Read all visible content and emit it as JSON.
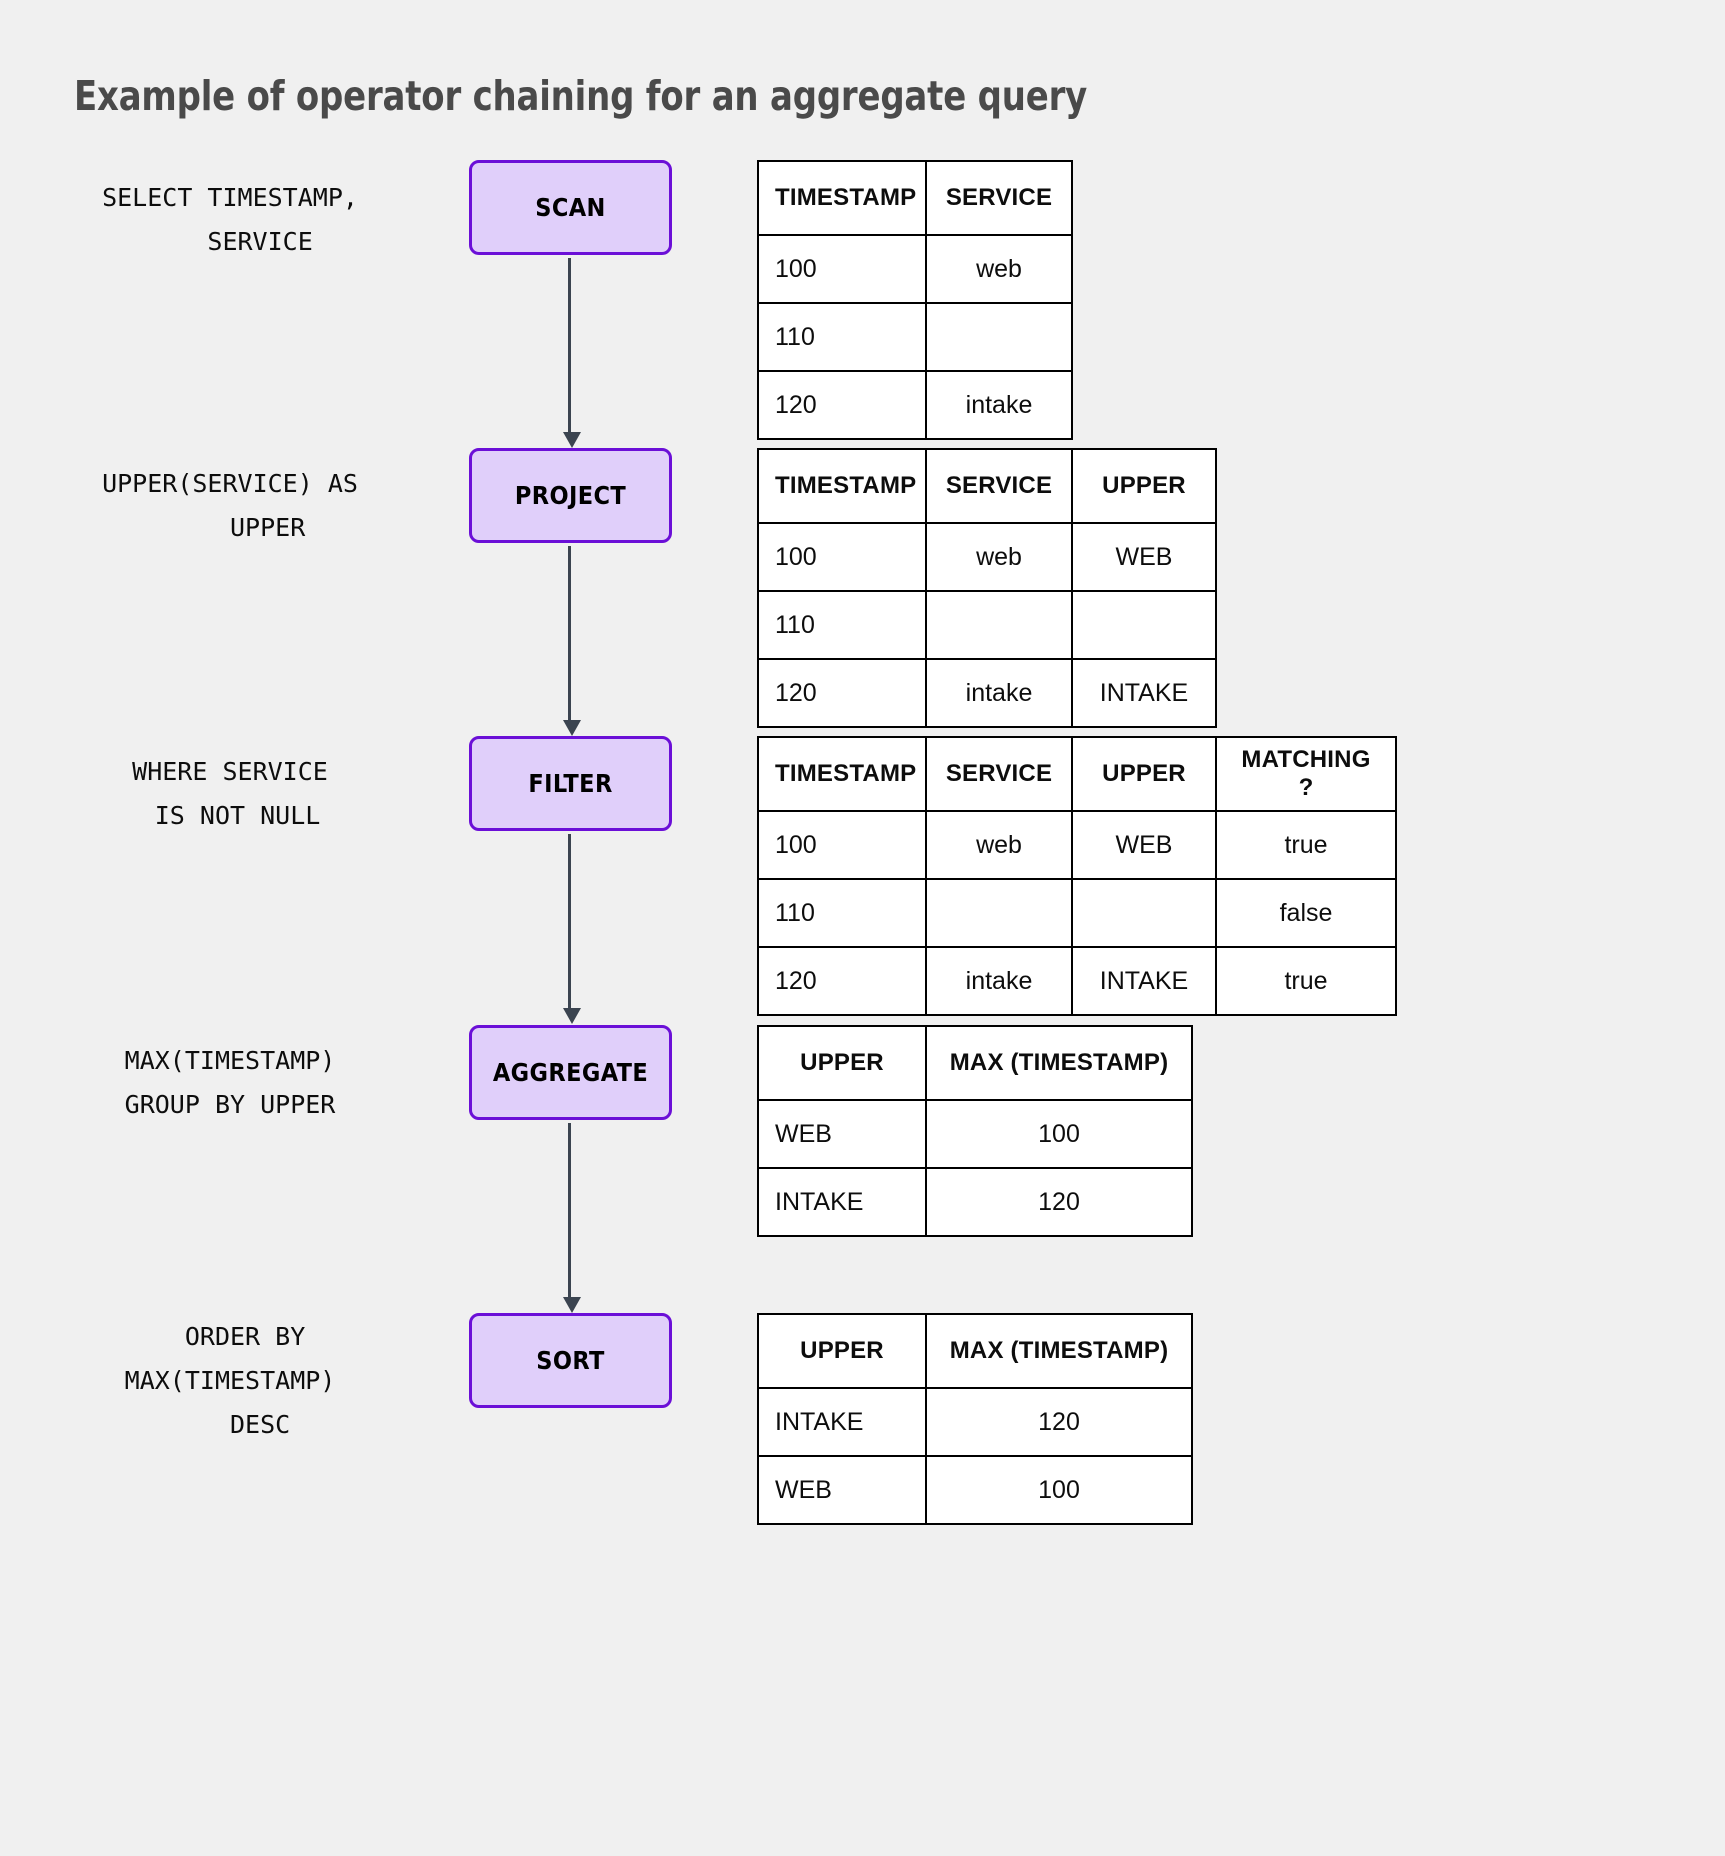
{
  "title": "Example of operator chaining for an aggregate query",
  "colors": {
    "background": "#f0f0f0",
    "box_fill": "#e0cffa",
    "box_border": "#6b0fd7",
    "arrow": "#3b4450",
    "title_text": "#4a4a4a",
    "table_border": "#000000",
    "table_fill": "#ffffff"
  },
  "stages": [
    {
      "id": "scan",
      "sql": "SELECT TIMESTAMP,\n    SERVICE",
      "operator": "SCAN",
      "table": {
        "headers": [
          "TIMESTAMP",
          "SERVICE"
        ],
        "rows": [
          [
            "100",
            "web"
          ],
          [
            "110",
            ""
          ],
          [
            "120",
            "intake"
          ]
        ]
      }
    },
    {
      "id": "project",
      "sql": "UPPER(SERVICE) AS\n     UPPER",
      "operator": "PROJECT",
      "table": {
        "headers": [
          "TIMESTAMP",
          "SERVICE",
          "UPPER"
        ],
        "rows": [
          [
            "100",
            "web",
            "WEB"
          ],
          [
            "110",
            "",
            ""
          ],
          [
            "120",
            "intake",
            "INTAKE"
          ]
        ]
      }
    },
    {
      "id": "filter",
      "sql": "WHERE SERVICE\n IS NOT NULL",
      "operator": "FILTER",
      "table": {
        "headers": [
          "TIMESTAMP",
          "SERVICE",
          "UPPER",
          "MATCHING ?"
        ],
        "rows": [
          [
            "100",
            "web",
            "WEB",
            "true"
          ],
          [
            "110",
            "",
            "",
            "false"
          ],
          [
            "120",
            "intake",
            "INTAKE",
            "true"
          ]
        ]
      }
    },
    {
      "id": "aggregate",
      "sql": "MAX(TIMESTAMP)\nGROUP BY UPPER",
      "operator": "AGGREGATE",
      "table": {
        "headers": [
          "UPPER",
          "MAX (TIMESTAMP)"
        ],
        "rows": [
          [
            "WEB",
            "100"
          ],
          [
            "INTAKE",
            "120"
          ]
        ]
      }
    },
    {
      "id": "sort",
      "sql": "  ORDER BY\nMAX(TIMESTAMP)\n    DESC",
      "operator": "SORT",
      "table": {
        "headers": [
          "UPPER",
          "MAX (TIMESTAMP)"
        ],
        "rows": [
          [
            "INTAKE",
            "120"
          ],
          [
            "WEB",
            "100"
          ]
        ]
      }
    }
  ]
}
